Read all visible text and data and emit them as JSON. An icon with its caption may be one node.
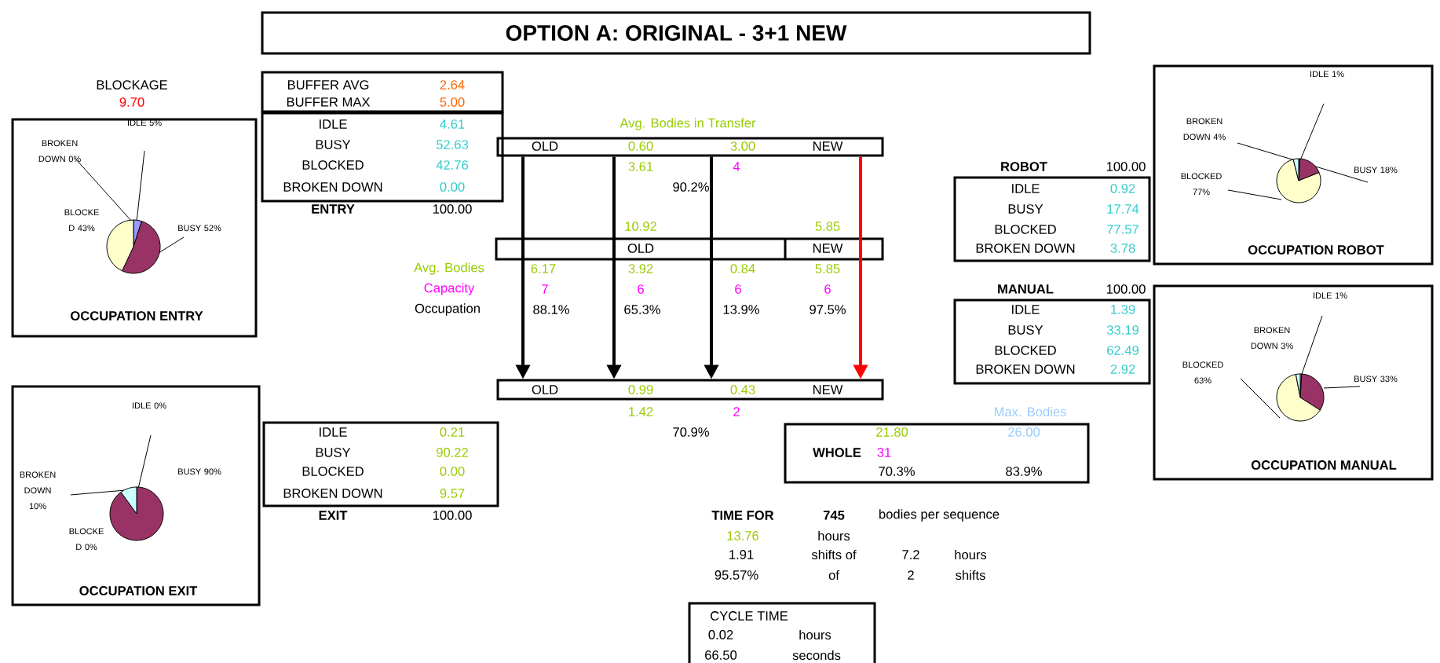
{
  "diagram": {
    "title": "OPTION A: ORIGINAL - 3+1 NEW",
    "nodes": [
      {
        "text": [
          "IDLE 5%",
          "BROKEN DOWN 0%",
          "BLOCKE D 43%",
          "BUSY 52%",
          "OCCUPATION ENTRY"
        ]
      },
      {
        "text": [
          "BUFFER AVG",
          "2.64",
          "BUFFER MAX",
          "5.00"
        ]
      },
      {
        "text": [
          "IDLE",
          "4.61",
          "BUSY",
          "52.63",
          "BLOCKED",
          "42.76",
          "BROKEN DOWN",
          "0.00"
        ],
        "beside": [
          "ENTRY",
          "100.00"
        ]
      },
      {
        "text": [
          "Avg. Bodies in Transfer",
          "OLD",
          "0.60",
          "3.00",
          "NEW"
        ]
      },
      {
        "text": [
          "OLD",
          "NEW"
        ]
      },
      {
        "text": [
          "OLD",
          "0.99",
          "0.43",
          "NEW"
        ]
      },
      {
        "text": [
          "IDLE",
          "0.92",
          "BUSY",
          "17.74",
          "BLOCKED",
          "77.57",
          "BROKEN DOWN",
          "3.78"
        ],
        "beside": [
          "ROBOT",
          "100.00"
        ]
      },
      {
        "text": [
          "IDLE 1%",
          "BROKEN DOWN 4%",
          "BLOCKED 77%",
          "BUSY 18%",
          "OCCUPATION ROBOT"
        ]
      },
      {
        "text": [
          "IDLE",
          "1.39",
          "BUSY",
          "33.19",
          "BLOCKED",
          "62.49",
          "BROKEN DOWN",
          "2.92"
        ],
        "beside": [
          "MANUAL",
          "100.00"
        ]
      },
      {
        "text": [
          "IDLE 1%",
          "BROKEN DOWN 3%",
          "BLOCKED 63%",
          "BUSY 33%",
          "OCCUPATION MANUAL"
        ]
      },
      {
        "text": [
          "IDLE 0%",
          "BROKEN DOWN 10%",
          "BLOCKE D 0%",
          "BUSY 90%",
          "OCCUPATION EXIT"
        ]
      },
      {
        "text": [
          "IDLE",
          "0.21",
          "BUSY",
          "90.22",
          "BLOCKED",
          "0.00",
          "BROKEN DOWN",
          "9.57"
        ],
        "beside": [
          "EXIT",
          "100.00"
        ]
      },
      {
        "text": [
          "Max. Bodies",
          "21.80",
          "26.00",
          "WHOLE",
          "31",
          "70.3%",
          "83.9%"
        ]
      },
      {
        "text": [
          "CYCLE TIME",
          "0.02",
          "hours",
          "66.50",
          "seconds"
        ]
      }
    ],
    "edges": [
      {
        "from": 3,
        "to": 5,
        "arrow": "to"
      },
      {
        "from": 3,
        "to": 5,
        "arrow": "to"
      },
      {
        "from": 3,
        "to": 5,
        "arrow": "to"
      },
      {
        "from": 3,
        "to": 5,
        "arrow": "to",
        "color": "#ff0000"
      }
    ],
    "labels": [
      "BLOCKAGE",
      "9.70",
      "3.61",
      "4",
      "90.2%",
      "10.92",
      "5.85",
      "Avg. Bodies",
      "6.17",
      "3.92",
      "0.84",
      "5.85",
      "Capacity",
      "7",
      "6",
      "6",
      "6",
      "Occupation",
      "88.1%",
      "65.3%",
      "13.9%",
      "97.5%",
      "1.42",
      "2",
      "70.9%",
      "TIME FOR",
      "745",
      "bodies per sequence",
      "13.76",
      "hours",
      "1.91",
      "shifts of",
      "7.2",
      "hours",
      "95.57%",
      "of",
      "2",
      "shifts"
    ]
  }
}
